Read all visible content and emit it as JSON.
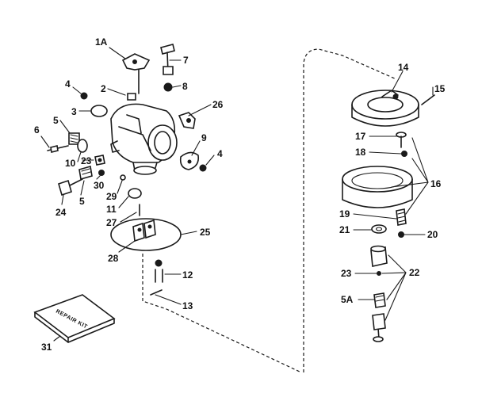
{
  "callouts": {
    "c1A": "1A",
    "c7": "7",
    "c2": "2",
    "c8": "8",
    "c4a": "4",
    "c3": "3",
    "c26": "26",
    "c5a": "5",
    "c6": "6",
    "c9": "9",
    "c4b": "4",
    "c10": "10",
    "c23a": "23",
    "c30": "30",
    "c5b": "5",
    "c29": "29",
    "c24": "24",
    "c11": "11",
    "c27": "27",
    "c25": "25",
    "c28": "28",
    "c12": "12",
    "c13": "13",
    "c31": "31",
    "c14": "14",
    "c15": "15",
    "c17": "17",
    "c18": "18",
    "c16": "16",
    "c19": "19",
    "c21": "21",
    "c20": "20",
    "c22": "22",
    "c23b": "23",
    "c5A": "5A"
  },
  "repair_kit": {
    "label": "REPAIR KIT"
  }
}
